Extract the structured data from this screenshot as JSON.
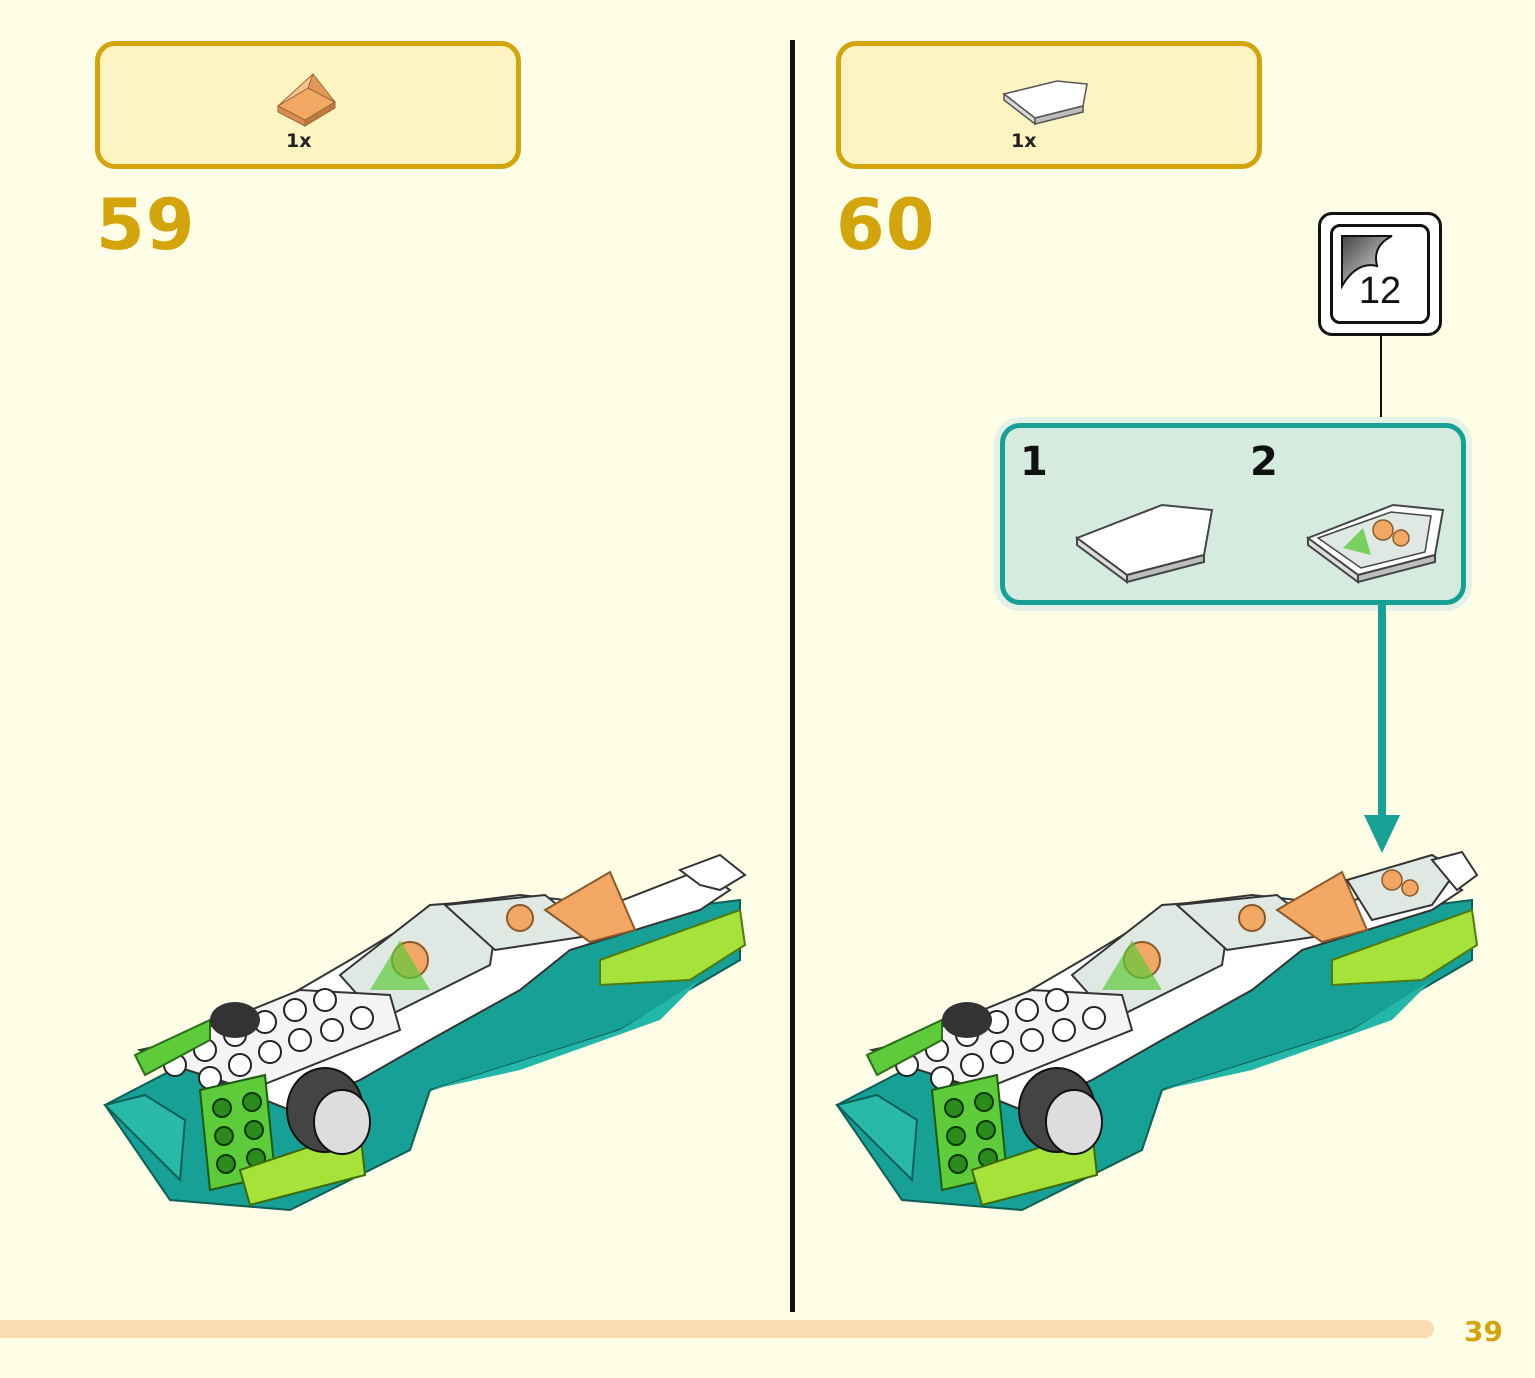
{
  "steps": [
    {
      "number": "59",
      "parts": [
        {
          "qty": "1x",
          "name": "orange-slope-icon"
        }
      ]
    },
    {
      "number": "60",
      "parts": [
        {
          "qty": "1x",
          "name": "white-tile-icon"
        }
      ],
      "sticker": "12",
      "substeps": [
        "1",
        "2"
      ]
    }
  ],
  "page_number": "39",
  "colors": {
    "accent_yellow": "#d4a50a",
    "teal": "#17a096",
    "lime": "#a6e23a",
    "green": "#5ecb3a",
    "orange": "#f2a864",
    "background": "#fefde6",
    "footer_bar": "#fbdcb0"
  }
}
